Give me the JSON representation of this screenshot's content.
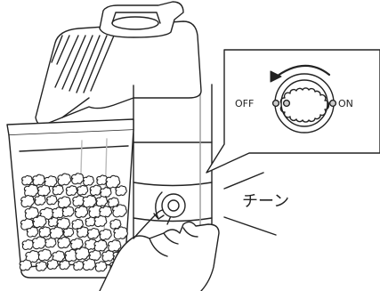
{
  "dial": {
    "off_label": "OFF",
    "on_label": "ON"
  },
  "sound_effect": "チーン",
  "colors": {
    "line": "#222222",
    "popcorn_fill": "#ffffff",
    "shadow": "#e6e6e6"
  }
}
